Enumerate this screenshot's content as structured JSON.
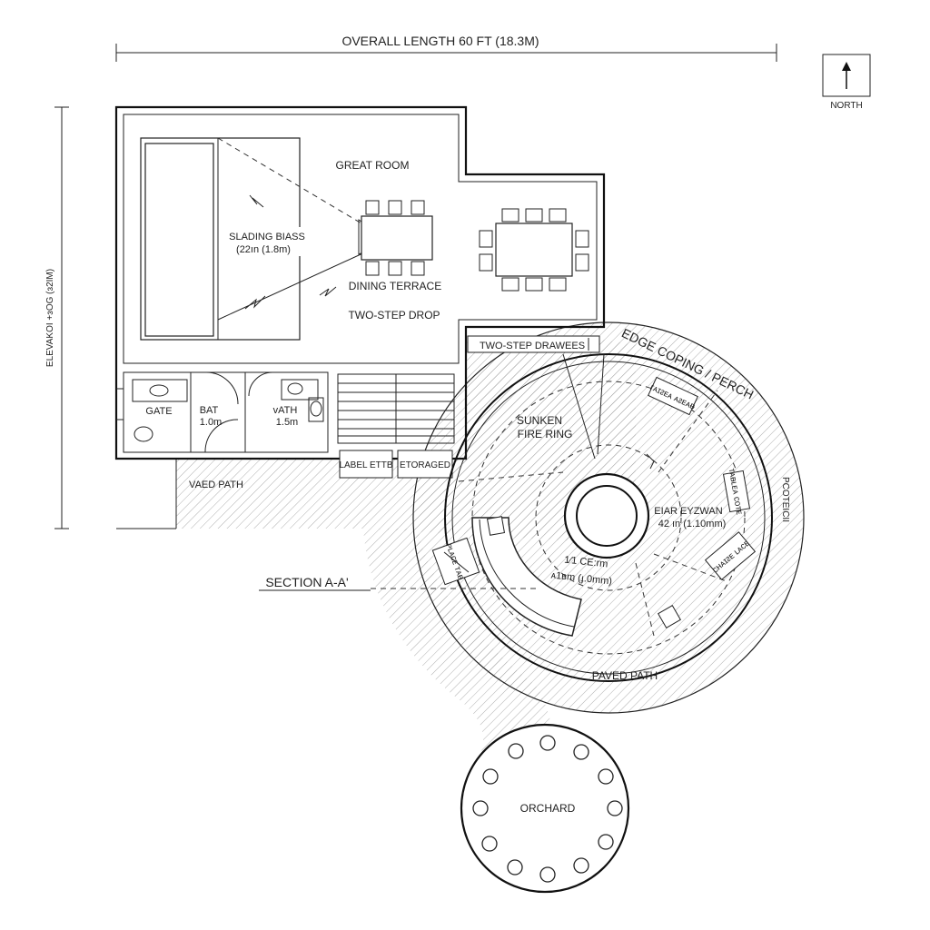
{
  "dimensions": {
    "overall_length": "OVERALL LENGTH  60 FT (18.3M)",
    "elevation": "ELEVAKOI +ɜOG (ɜ2IM)"
  },
  "north": {
    "label": "NORTH"
  },
  "rooms": {
    "great_room": "GREAT ROOM",
    "sliding_glass": "SLADING BIASS",
    "sliding_glass_dim": "(22ın (1.8m)",
    "dining_terrace": "DINING TERRACE",
    "two_step_drop": "TWO-STEP DROP",
    "gate": "GATE",
    "bath_1": "BAT",
    "bath_1_dim": "1.0m",
    "bath_2": "ᴠATH",
    "bath_2_dim": "1.5m",
    "storage_1": "LABEL ETTB",
    "storage_2": "ETORAGED",
    "paved_path_west": "VAED PATH"
  },
  "fire_area": {
    "two_step_drawees": "TWO-STEP DRAWEES",
    "edge_coping": "EDGE COPING / PERCH",
    "sunken_fire_ring": [
      "SUNKEN",
      "FIRE RING"
    ],
    "ring_dim_label": "EIAR EYZWAN",
    "ring_dim_value": "42 ın (1.10mm)",
    "inner_dim_1": "1⁄1 CE:rm",
    "inner_dim_2": "ᴀ1ʙm (ɟ.0mm)",
    "side_label": "PCOTEICII",
    "paved_path": "PAVED PATH",
    "bench_labels": [
      "ᴦᴀɪᴤᴇᴀ ᴀᴤᴇᴀᴃ",
      "ᴛᴀᴃʟᴇᴀ ᴄᴏᴛᴇ",
      "ᴄʜᴀɪᴤᴇ ʟᴀᴄᴇ",
      "ᴘʟᴀᴄᴇ ᴛᴀᴃ"
    ]
  },
  "section": {
    "label": "SECTION A-A'"
  },
  "orchard": {
    "label": "ORCHARD"
  }
}
